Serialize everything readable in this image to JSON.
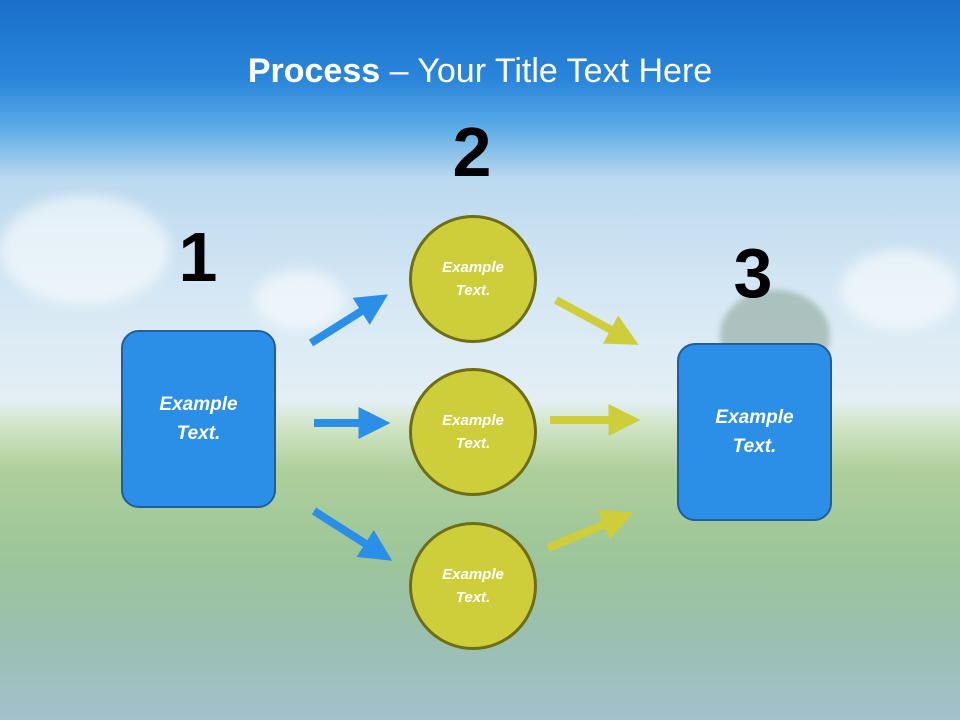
{
  "title": {
    "bold": "Process",
    "rest": " – Your Title Text Here"
  },
  "steps": [
    {
      "number": "1",
      "line1": "Example",
      "line2": "Text."
    },
    {
      "number": "2"
    },
    {
      "number": "3",
      "line1": "Example",
      "line2": "Text."
    }
  ],
  "circles": [
    {
      "line1": "Example",
      "line2": "Text."
    },
    {
      "line1": "Example",
      "line2": "Text."
    },
    {
      "line1": "Example",
      "line2": "Text."
    }
  ],
  "colors": {
    "box_fill": "#2b8fe8",
    "circle_fill": "#cece3a",
    "blue_arrow": "#2b8fe8",
    "yellow_arrow": "#cece3a"
  }
}
